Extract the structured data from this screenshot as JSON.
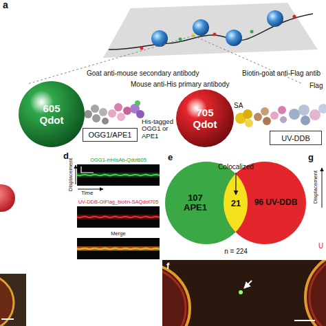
{
  "diagram": {
    "nodes": [
      {
        "text": [
          "605 Qdot"
        ]
      },
      {
        "text": [
          "OGG1/APE1"
        ]
      },
      {
        "text": [
          "705 Qdot"
        ]
      },
      {
        "text": [
          "UV-DDB"
        ]
      },
      {
        "text": [
          "OGG1-mHisAb-Qdot605"
        ]
      },
      {
        "text": [
          "UV-DDB-GtFlag_biotin-SAQdot705"
        ]
      },
      {
        "text": [
          "Merge"
        ]
      },
      {
        "text": [
          "107 APE1"
        ]
      },
      {
        "text": [
          "96 UV-DDB"
        ]
      }
    ],
    "labels": [
      "a",
      "Goat anti-mouse secondary antibody",
      "Mouse anti-His primary antibody",
      "His-tagged OGG1 or APE1",
      "SA",
      "Biotin-goat anti-Flag antib",
      "Flag",
      "d",
      "Displacement",
      "Time",
      "e",
      "Colocalized",
      "21",
      "n = 224",
      "g",
      "Displacement",
      "U",
      "f"
    ]
  }
}
